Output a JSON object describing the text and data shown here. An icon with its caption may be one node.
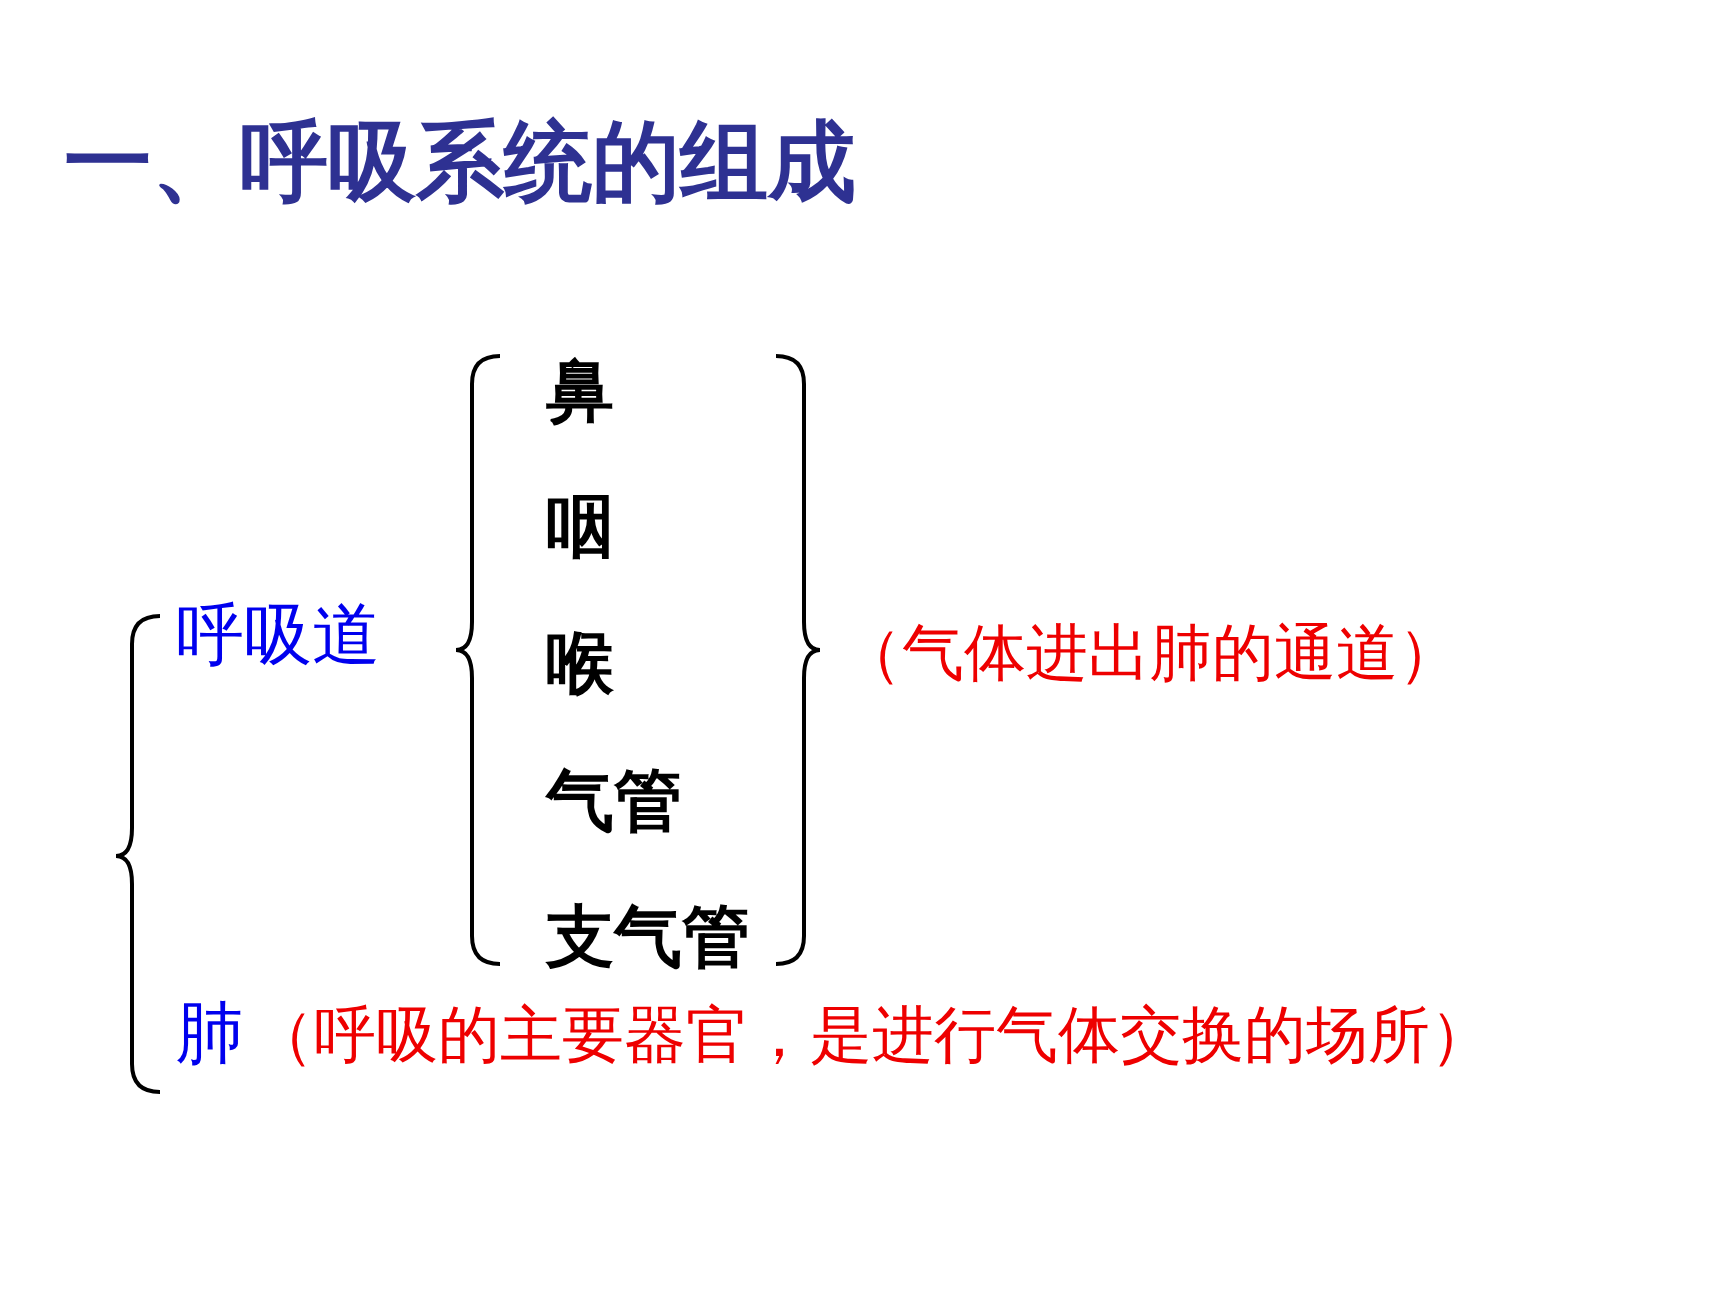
{
  "diagram": {
    "title": "一、呼吸系统的组成",
    "labels": [
      "鼻",
      "咽",
      "呼吸道",
      "喉",
      "（气体进出肺的通道）",
      "气管",
      "支气管",
      "肺",
      "（呼吸的主要器官，是进行气体交换的场所）"
    ]
  }
}
